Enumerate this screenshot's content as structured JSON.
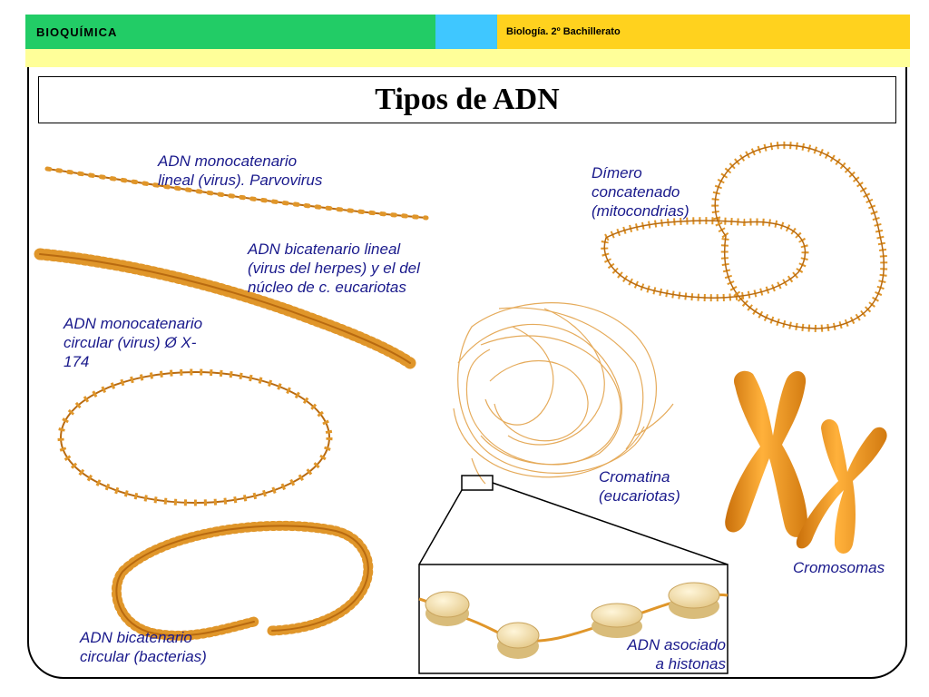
{
  "header": {
    "left_text": "BIOQUÍMICA",
    "right_text": "Biología. 2º Bachillerato",
    "colors": {
      "green": "#22cc66",
      "blue": "#3fc7ff",
      "yellow": "#ffd21e",
      "subbar": "#ffff99"
    }
  },
  "title": "Tipos de ADN",
  "labels": {
    "ss_linear_1": "ADN monocatenario",
    "ss_linear_2": "lineal (virus). Parvovirus",
    "ds_linear_1": "ADN bicatenario lineal",
    "ds_linear_2": "(virus del herpes) y el del",
    "ds_linear_3": "núcleo de c. eucariotas",
    "ss_circular_1": "ADN monocatenario",
    "ss_circular_2": "circular (virus) Ø X-",
    "ss_circular_3": "174",
    "ds_circular_1": "ADN bicatenario",
    "ds_circular_2": "circular (bacterias)",
    "dimer_1": "Dímero",
    "dimer_2": "concatenado",
    "dimer_3": "(mitocondrias)",
    "chromatin_1": "Cromatina",
    "chromatin_2": "(eucariotas)",
    "chromosomes": "Cromosomas",
    "histones_1": "ADN asociado",
    "histones_2": "a histonas"
  },
  "colors": {
    "dna": "#e0962a",
    "dna_dark": "#b86a10",
    "chromosome": "#f29a1c",
    "label_text": "#1a1a8c",
    "histone": "#f3e2b8"
  }
}
